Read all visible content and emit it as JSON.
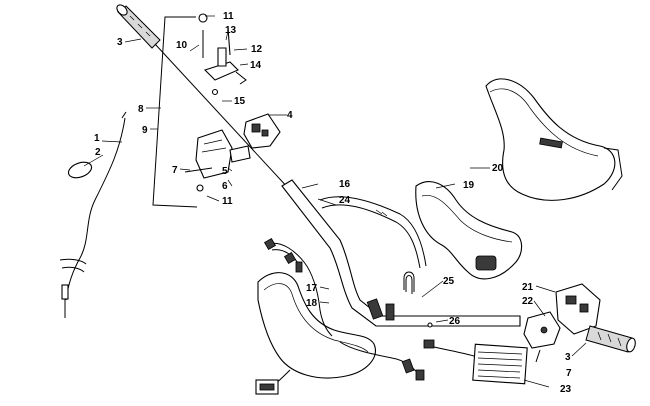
{
  "diagram": {
    "callouts": [
      {
        "id": "c1",
        "text": "1"
      },
      {
        "id": "c2",
        "text": "2"
      },
      {
        "id": "c3a",
        "text": "3"
      },
      {
        "id": "c3b",
        "text": "3"
      },
      {
        "id": "c4",
        "text": "4"
      },
      {
        "id": "c5",
        "text": "5"
      },
      {
        "id": "c6",
        "text": "6"
      },
      {
        "id": "c7a",
        "text": "7"
      },
      {
        "id": "c7b",
        "text": "7"
      },
      {
        "id": "c8",
        "text": "8"
      },
      {
        "id": "c9",
        "text": "9"
      },
      {
        "id": "c10",
        "text": "10"
      },
      {
        "id": "c11a",
        "text": "11"
      },
      {
        "id": "c11b",
        "text": "11"
      },
      {
        "id": "c12",
        "text": "12"
      },
      {
        "id": "c13",
        "text": "13"
      },
      {
        "id": "c14",
        "text": "14"
      },
      {
        "id": "c15",
        "text": "15"
      },
      {
        "id": "c16",
        "text": "16"
      },
      {
        "id": "c17",
        "text": "17"
      },
      {
        "id": "c18",
        "text": "18"
      },
      {
        "id": "c19",
        "text": "19"
      },
      {
        "id": "c20",
        "text": "20"
      },
      {
        "id": "c21",
        "text": "21"
      },
      {
        "id": "c22",
        "text": "22"
      },
      {
        "id": "c23",
        "text": "23"
      },
      {
        "id": "c24",
        "text": "24"
      },
      {
        "id": "c25",
        "text": "25"
      },
      {
        "id": "c26",
        "text": "26"
      }
    ]
  }
}
